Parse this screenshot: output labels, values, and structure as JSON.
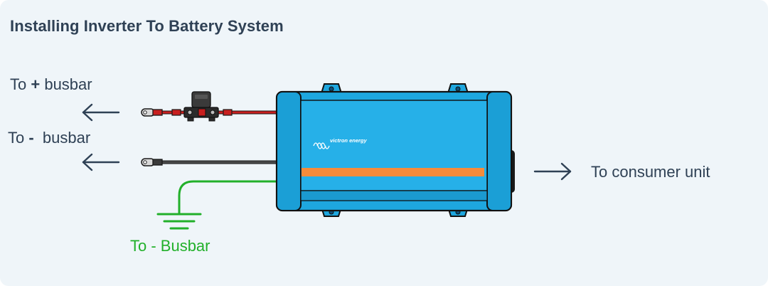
{
  "title": "Installing Inverter To Battery System",
  "labels": {
    "pos_prefix": "To ",
    "pos_symbol": "+",
    "pos_suffix": " busbar",
    "neg_prefix": "To ",
    "neg_symbol": "-",
    "neg_suffix": "  busbar",
    "ground": "To - Busbar",
    "consumer": "To consumer unit"
  },
  "brand": {
    "logo_text": "victron energy"
  },
  "colors": {
    "background": "#eff5f9",
    "text": "#2f4155",
    "positive_cable": "#c81f1f",
    "negative_cable": "#3a3a3a",
    "ground_cable": "#22b02a",
    "inverter_body": "#1ea7df",
    "inverter_stripe": "#f68b3a"
  },
  "icons": {
    "arrow_left": "arrow-left-icon",
    "arrow_right": "arrow-right-icon",
    "ground": "ground-symbol-icon",
    "fuse": "fuse-holder-icon"
  }
}
